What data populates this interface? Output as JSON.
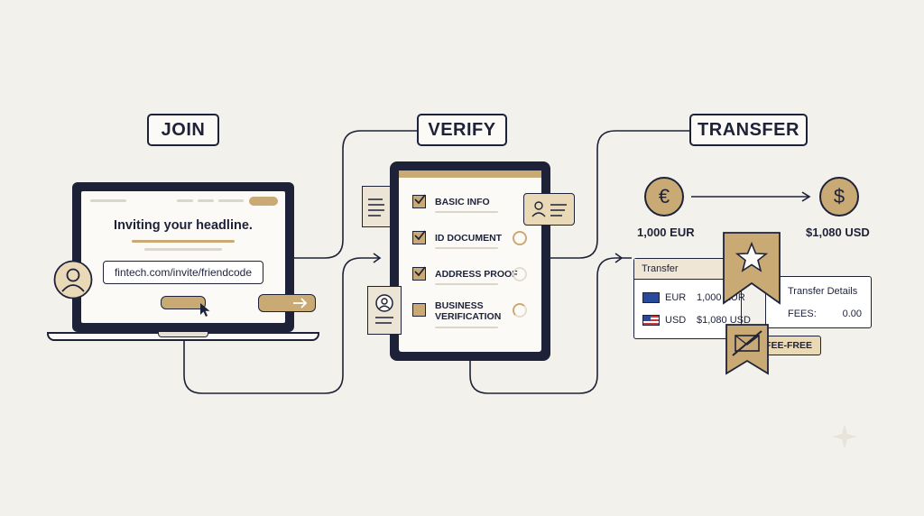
{
  "steps": {
    "join": "JOIN",
    "verify": "VERIFY",
    "transfer": "TRANSFER"
  },
  "join": {
    "headline": "Inviting your headline.",
    "invite_url": "fintech.com/invite/friendcode"
  },
  "verify": {
    "items": [
      {
        "label": "BASIC INFO",
        "checked": true
      },
      {
        "label": "ID DOCUMENT",
        "checked": true
      },
      {
        "label": "ADDRESS PROOF",
        "checked": true
      },
      {
        "label_line1": "BUSINESS",
        "label_line2": "VERIFICATION",
        "checked": false
      }
    ]
  },
  "transfer": {
    "from_amount": "1,000 EUR",
    "to_amount": "$1,080 USD",
    "card_title": "Transfer",
    "rows": [
      {
        "currency": "EUR",
        "amount": "1,000 EUR"
      },
      {
        "currency": "USD",
        "amount": "$1,080 USD"
      }
    ],
    "details_title": "Transfer Details",
    "fees_label": "FEES:",
    "fees_value": "0.00",
    "fee_tag": "FEE-FREE"
  },
  "icons": [
    "euro-icon",
    "dollar-icon",
    "star-badge-icon",
    "no-fee-badge-icon",
    "cursor-icon",
    "avatar-icon",
    "id-card-icon",
    "document-icon"
  ],
  "colors": {
    "navy": "#1e2238",
    "gold": "#c9aa74",
    "background": "#f3f1ec"
  }
}
